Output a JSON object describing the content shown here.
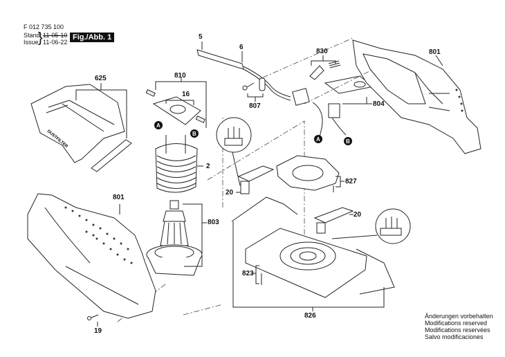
{
  "header": {
    "part_number": "F 012 735 100",
    "stand_label": "Stand",
    "issue_label": "Issue",
    "stand_date_struck": "11-05-10",
    "issue_date": "11-06-22",
    "figure_badge": "Fig./Abb. 1"
  },
  "parts": {
    "p5": "5",
    "p6": "6",
    "p830": "830",
    "p801_top": "801",
    "p625": "625",
    "p810": "810",
    "p16": "16",
    "p807": "807",
    "p804": "804",
    "p2": "2",
    "p827": "827",
    "p20_left": "20",
    "p20_right": "20",
    "p801_bottom": "801",
    "p803": "803",
    "p823": "823",
    "p826": "826",
    "p19": "19"
  },
  "connectors": {
    "a": "A",
    "b": "B"
  },
  "dustfilter_text": "DUSTFILTER",
  "notes": [
    "Änderungen vorbehalten",
    "Modifications reserved",
    "Modifications reservées",
    "Salvo modificaciones"
  ]
}
